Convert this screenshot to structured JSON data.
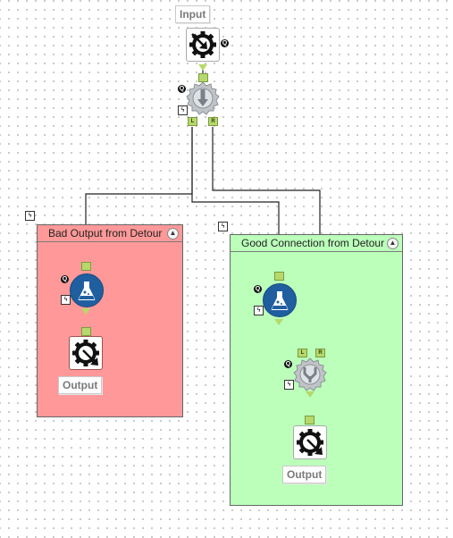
{
  "input_label": "Input",
  "containers": {
    "bad": {
      "title": "Bad Output from Detour",
      "color": "#ff9999",
      "output_label": "Output"
    },
    "good": {
      "title": "Good Connection from Detour",
      "color": "#bbffbb",
      "output_label": "Output"
    }
  },
  "detour_anchors": {
    "left": "L",
    "right": "R"
  },
  "join_anchors": {
    "left": "L",
    "right": "R"
  },
  "badges": {
    "q": "Q",
    "lightning": "ϟ",
    "collapse": "▲"
  },
  "icons": [
    "input-data-icon",
    "detour-icon",
    "formula-flask-icon",
    "output-data-icon",
    "join-icon",
    "lightning-icon"
  ]
}
